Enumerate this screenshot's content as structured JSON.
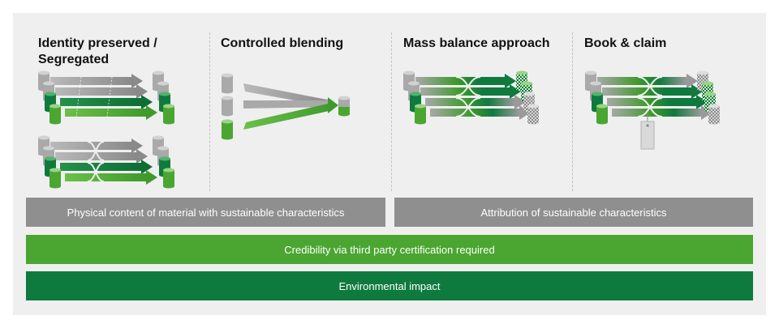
{
  "colors": {
    "panel_bg": "#efefef",
    "gray_band": "#8f8f8f",
    "light_green_band": "#4aa631",
    "dark_green_band": "#0f7a3e",
    "arrow_gray": "#9a9a9a",
    "arrow_green": "#4aa631",
    "arrow_dark_green": "#0f7a3e"
  },
  "columns": [
    {
      "title": "Identity preserved /\nSegregated"
    },
    {
      "title": "Controlled blending"
    },
    {
      "title": "Mass balance approach"
    },
    {
      "title": "Book & claim"
    }
  ],
  "bands": {
    "physical": "Physical content of material with sustainable characteristics",
    "attribution": "Attribution of sustainable characteristics",
    "credibility": "Credibility via third party certification required",
    "impact": "Environmental impact"
  },
  "icons": [
    "cylinder-icon",
    "arrow-icon",
    "certificate-tag-icon"
  ]
}
